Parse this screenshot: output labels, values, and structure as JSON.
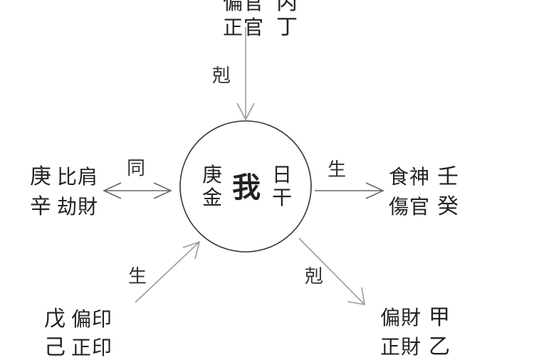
{
  "center": {
    "main": "我",
    "left_top": "庚",
    "left_bottom": "金",
    "right_top": "日",
    "right_bottom": "干"
  },
  "top": {
    "row1_label": "偏官",
    "row1_stem": "丙",
    "row2_label": "正官",
    "row2_stem": "丁",
    "relation": "剋"
  },
  "left": {
    "row1_stem": "庚",
    "row1_label": "比肩",
    "row2_stem": "辛",
    "row2_label": "劫財",
    "relation": "同"
  },
  "right": {
    "row1_label": "食神",
    "row1_stem": "壬",
    "row2_label": "傷官",
    "row2_stem": "癸",
    "relation": "生"
  },
  "bottom_left": {
    "row1_stem": "戊",
    "row1_label": "偏印",
    "row2_stem": "己",
    "row2_label": "正印",
    "relation": "生"
  },
  "bottom_right": {
    "row1_label": "偏財",
    "row1_stem": "甲",
    "row2_label": "正財",
    "row2_stem": "乙",
    "relation": "剋"
  },
  "colors": {
    "ink": "#222222",
    "line": "#9a9a9a",
    "background": "#ffffff"
  }
}
